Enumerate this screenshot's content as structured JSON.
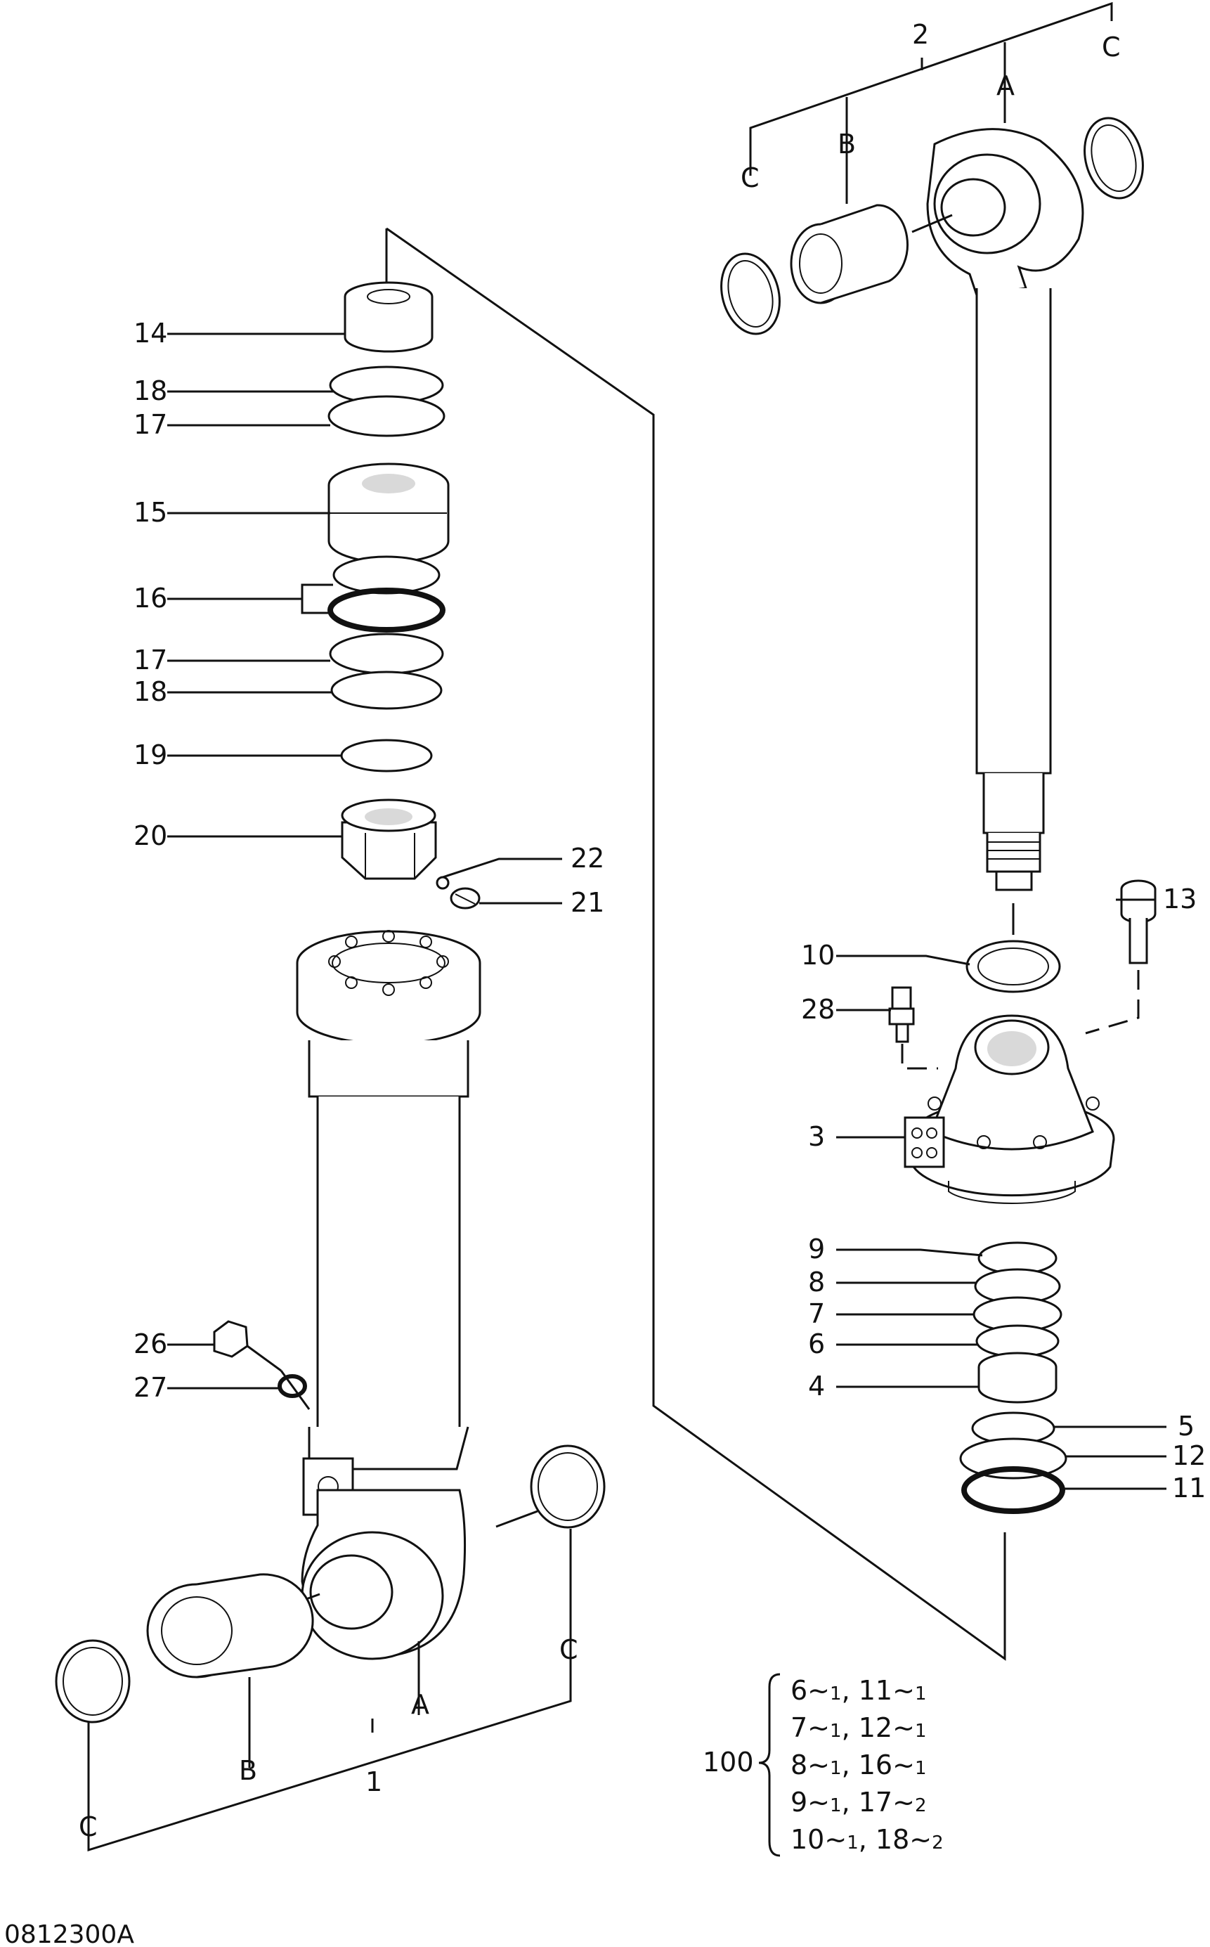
{
  "drawing_code": "0812300A",
  "callouts": {
    "p14": "14",
    "p18a": "18",
    "p17a": "17",
    "p15": "15",
    "p16": "16",
    "p17b": "17",
    "p18b": "18",
    "p19": "19",
    "p20": "20",
    "p22": "22",
    "p21": "21",
    "p26": "26",
    "p27": "27",
    "p1": "1",
    "p1a": "A",
    "p1b": "B",
    "p1cl": "C",
    "p1cr": "C",
    "p2": "2",
    "p2a": "A",
    "p2b": "B",
    "p2cl": "C",
    "p2cr": "C",
    "p13": "13",
    "p10": "10",
    "p28": "28",
    "p3": "3",
    "p9": "9",
    "p8": "8",
    "p7": "7",
    "p6": "6",
    "p4": "4",
    "p5": "5",
    "p12": "12",
    "p11": "11",
    "p100": "100"
  },
  "kit_100": [
    {
      "a": "6",
      "an": "1",
      "b": "11",
      "bn": "1"
    },
    {
      "a": "7",
      "an": "1",
      "b": "12",
      "bn": "1"
    },
    {
      "a": "8",
      "an": "1",
      "b": "16",
      "bn": "1"
    },
    {
      "a": "9",
      "an": "1",
      "b": "17",
      "bn": "2"
    },
    {
      "a": "10",
      "an": "1",
      "b": "18",
      "bn": "2"
    }
  ]
}
